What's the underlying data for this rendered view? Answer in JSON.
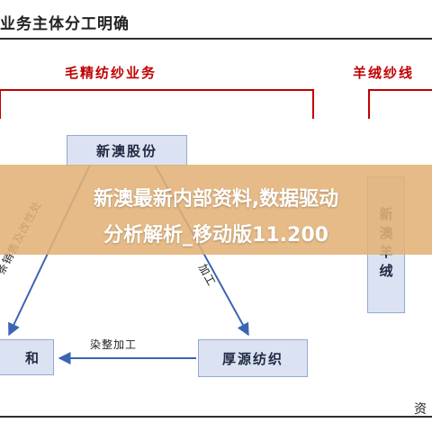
{
  "heading": "大业务主体分工明确",
  "groups": {
    "wool_top": "毛精纺纱业务",
    "cashmere": "羊绒纱线"
  },
  "nodes": {
    "xinao": "新澳股份",
    "houyuan": "厚源纺织",
    "left_partial": "和",
    "cashmere_vertical": "新澳羊绒"
  },
  "edges": {
    "left": "条销售及改性处",
    "right": "加工",
    "bottom": "染整加工"
  },
  "source_partial": "资",
  "overlay": {
    "line1": "新澳最新内部资料,数据驱动",
    "line2": "分析解析_移动版11.200"
  },
  "colors": {
    "accent_red": "#c00000",
    "box_fill": "#dbe3f3",
    "arrow": "#3b64b3",
    "overlay": "#e2b276"
  }
}
